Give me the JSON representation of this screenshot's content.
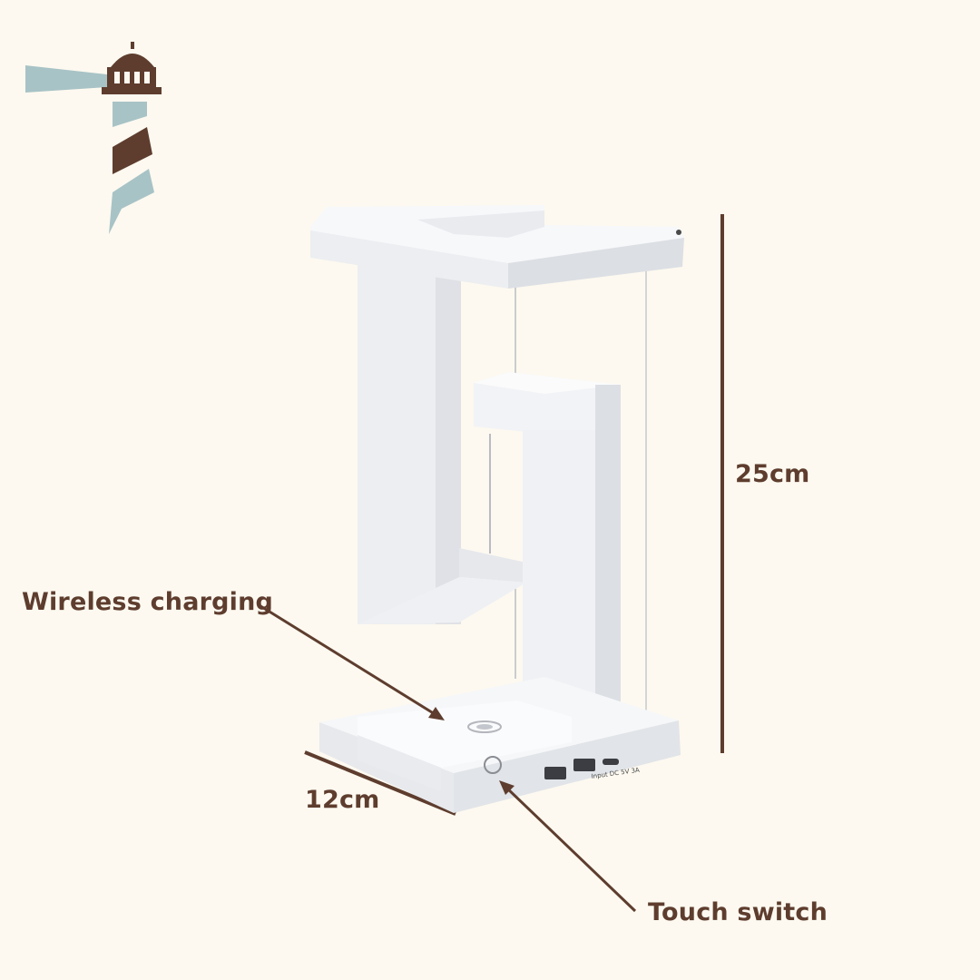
{
  "colors": {
    "background": "#fdf9f0",
    "brand_brown": "#5e3d2e",
    "brand_blue": "#a8c3c6",
    "product_white": "#f4f5f7",
    "product_shadow": "#dfe1e6"
  },
  "logo": {
    "icon": "lighthouse-icon"
  },
  "product": {
    "port_text": "Input DC 5V 3A"
  },
  "callouts": {
    "wireless_charging": "Wireless charging",
    "touch_switch": "Touch switch"
  },
  "dimensions": {
    "height": "25cm",
    "width": "12cm"
  }
}
